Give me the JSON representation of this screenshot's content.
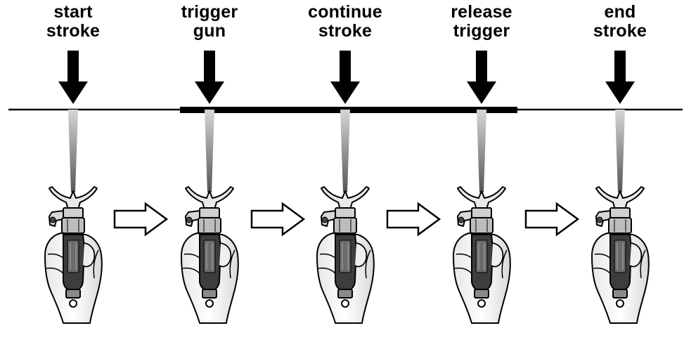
{
  "steps": [
    {
      "line1": "start",
      "line2": "stroke"
    },
    {
      "line1": "trigger",
      "line2": "gun"
    },
    {
      "line1": "continue",
      "line2": "stroke"
    },
    {
      "line1": "release",
      "line2": "trigger"
    },
    {
      "line1": "end",
      "line2": "stroke"
    }
  ],
  "colors": {
    "ink": "#000000",
    "spray_top": "#cfcfcf",
    "spray_bottom": "#5a5a5a",
    "hand_fill": "#f2f2f2",
    "gun_fill": "#3a3a3a",
    "arrow_fill": "#ffffff"
  },
  "icons": [
    "down-arrow-icon",
    "spray-fan-icon",
    "hand-spray-gun-icon",
    "right-outline-arrow-icon"
  ]
}
